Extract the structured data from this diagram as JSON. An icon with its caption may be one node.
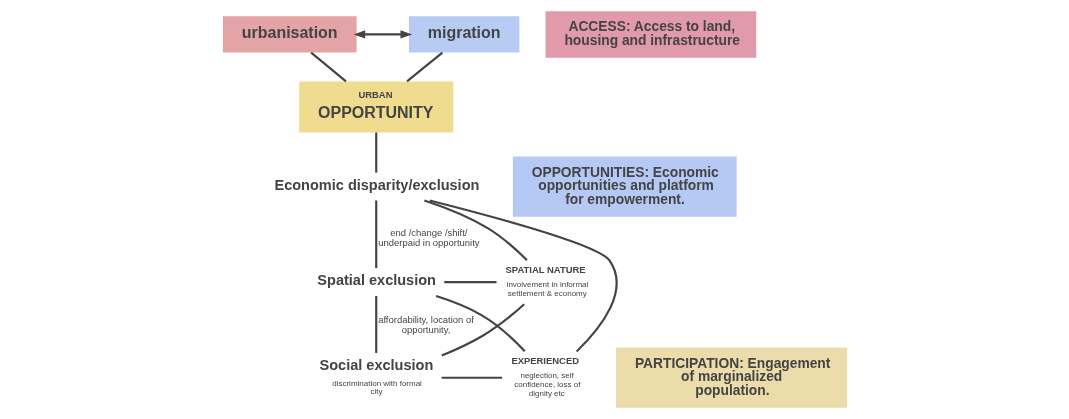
{
  "diagram": {
    "nodes": [
      {
        "text": [
          "urbanisation"
        ]
      },
      {
        "text": [
          "migration"
        ]
      },
      {
        "text": [
          "URBAN",
          "OPPORTUNITY"
        ]
      },
      {
        "text": [
          "Economic disparity/exclusion"
        ]
      },
      {
        "text": [
          "Spatial exclusion"
        ]
      },
      {
        "text": [
          "Social exclusion"
        ],
        "beside": [
          "discrimination with formal city"
        ]
      },
      {
        "text": [
          "SPATIAL NATURE"
        ],
        "beside": [
          "involvement in informal settlement & economy"
        ]
      },
      {
        "text": [
          "EXPERIENCED"
        ],
        "beside": [
          "neglection, self confidence, loss of dignity etc"
        ]
      },
      {
        "text": [
          "ACCESS: Access to land, housing and infrastructure"
        ]
      },
      {
        "text": [
          "OPPORTUNITIES: Economic opportunities and platform for empowerment."
        ]
      },
      {
        "text": [
          "PARTICIPATION: Engagement of marginalized population."
        ]
      }
    ],
    "edges": [
      {
        "from": 0,
        "to": 1,
        "arrow": "both"
      },
      {
        "from": 0,
        "to": 2,
        "arrow": "none"
      },
      {
        "from": 1,
        "to": 2,
        "arrow": "none"
      },
      {
        "from": 2,
        "to": 3,
        "arrow": "none"
      },
      {
        "from": 3,
        "to": 4,
        "arrow": "none",
        "label": "end /change /shift/ underpaid in opportunity"
      },
      {
        "from": 4,
        "to": 5,
        "arrow": "none",
        "label": "affordability, location of opportunity,"
      },
      {
        "from": 6,
        "to": 3,
        "arrow": "none"
      },
      {
        "from": 6,
        "to": 4,
        "arrow": "none"
      },
      {
        "from": 6,
        "to": 5,
        "arrow": "none"
      },
      {
        "from": 7,
        "to": 3,
        "arrow": "none"
      },
      {
        "from": 7,
        "to": 4,
        "arrow": "none"
      },
      {
        "from": 7,
        "to": 5,
        "arrow": "none"
      }
    ]
  }
}
